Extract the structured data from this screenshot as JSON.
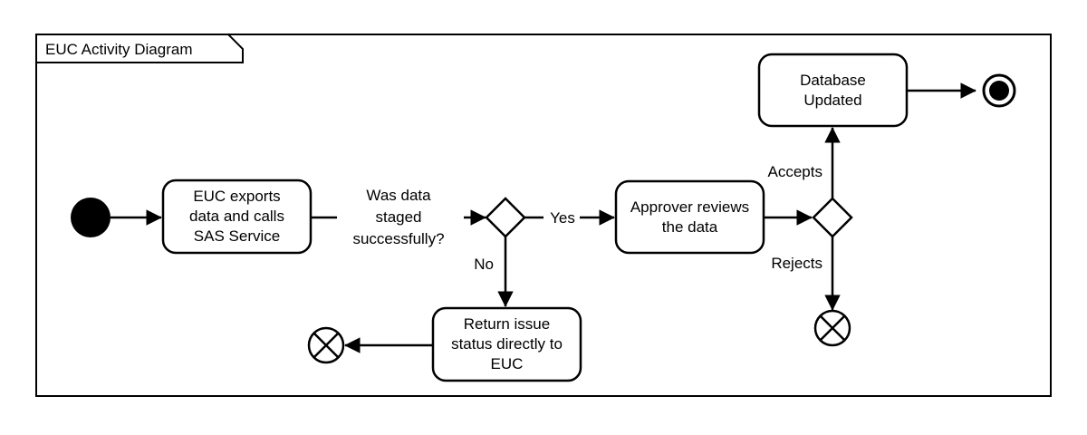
{
  "frame": {
    "label": "EUC Activity Diagram",
    "border_color": "#000000",
    "background_color": "#ffffff"
  },
  "diagram": {
    "type": "uml-activity-diagram",
    "stroke_color": "#000000",
    "fill_color": "#ffffff",
    "nodes": [
      {
        "id": "start",
        "type": "initial-node",
        "label": ""
      },
      {
        "id": "euc-export",
        "type": "action",
        "label": "EUC exports data and calls SAS Service",
        "lines": [
          "EUC exports",
          "data and calls",
          "SAS Service"
        ]
      },
      {
        "id": "staged-decision",
        "type": "decision",
        "label": "Was data staged successfully?",
        "lines": [
          "Was data",
          "staged",
          "successfully?"
        ]
      },
      {
        "id": "approver-review",
        "type": "action",
        "label": "Approver reviews the data",
        "lines": [
          "Approver reviews",
          "the data"
        ]
      },
      {
        "id": "approval-decision",
        "type": "decision",
        "label": ""
      },
      {
        "id": "database-updated",
        "type": "action",
        "label": "Database Updated",
        "lines": [
          "Database",
          "Updated"
        ]
      },
      {
        "id": "return-issue",
        "type": "action",
        "label": "Return issue status directly to EUC",
        "lines": [
          "Return issue",
          "status directly to",
          "EUC"
        ]
      },
      {
        "id": "final",
        "type": "activity-final-node",
        "label": ""
      },
      {
        "id": "flow-final-left",
        "type": "flow-final-node",
        "label": ""
      },
      {
        "id": "flow-final-right",
        "type": "flow-final-node",
        "label": ""
      }
    ],
    "edges": [
      {
        "from": "start",
        "to": "euc-export",
        "label": ""
      },
      {
        "from": "euc-export",
        "to": "staged-decision",
        "label": "Was data staged successfully?"
      },
      {
        "from": "staged-decision",
        "to": "approver-review",
        "label": "Yes"
      },
      {
        "from": "staged-decision",
        "to": "return-issue",
        "label": "No"
      },
      {
        "from": "return-issue",
        "to": "flow-final-left",
        "label": ""
      },
      {
        "from": "approver-review",
        "to": "approval-decision",
        "label": ""
      },
      {
        "from": "approval-decision",
        "to": "database-updated",
        "label": "Accepts"
      },
      {
        "from": "approval-decision",
        "to": "flow-final-right",
        "label": "Rejects"
      },
      {
        "from": "database-updated",
        "to": "final",
        "label": ""
      }
    ],
    "labels": {
      "decision_question_l1": "Was data",
      "decision_question_l2": "staged",
      "decision_question_l3": "successfully?",
      "guard_yes": "Yes",
      "guard_no": "No",
      "guard_accepts": "Accepts",
      "guard_rejects": "Rejects",
      "euc_export_l1": "EUC exports",
      "euc_export_l2": "data and calls",
      "euc_export_l3": "SAS Service",
      "approver_l1": "Approver reviews",
      "approver_l2": "the data",
      "database_l1": "Database",
      "database_l2": "Updated",
      "return_issue_l1": "Return issue",
      "return_issue_l2": "status directly to",
      "return_issue_l3": "EUC"
    }
  }
}
